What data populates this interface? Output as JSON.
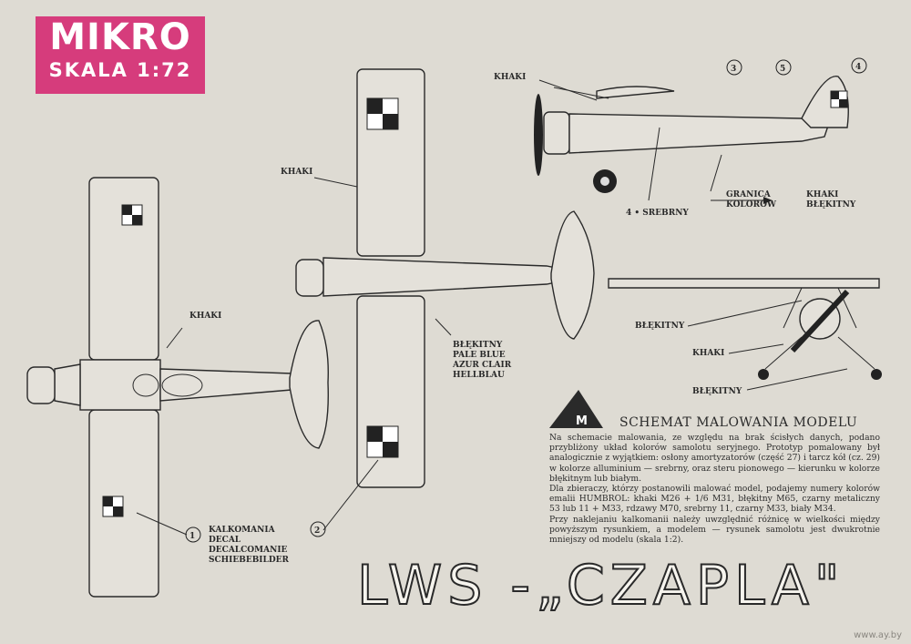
{
  "logo": {
    "brand": "MIKRO",
    "scale": "SKALA 1:72"
  },
  "labels": {
    "khaki_top_view": "KHAKI",
    "khaki_bottom_view": "KHAKI",
    "khaki_side_view": "KHAKI",
    "khaki_front_view": "KHAKI",
    "blue_front_view_1": "BŁĘKITNY",
    "blue_front_view_2": "BŁĘKITNY",
    "blue_multi": [
      "BŁĘKITNY",
      "PALE BLUE",
      "AZUR CLAIR",
      "HELLBLAU"
    ],
    "decal": [
      "KALKOMANIA",
      "DECAL",
      "DECALCOMANIE",
      "SCHIEBEBILDER"
    ],
    "srebrny": "4 • SREBRNY",
    "granica": [
      "GRANICA",
      "KOLORÓW"
    ],
    "khaki_blue": [
      "KHAKI",
      "BŁĘKITNY"
    ]
  },
  "callouts": [
    "1",
    "2",
    "3",
    "4",
    "5"
  ],
  "manufacturer_badge": "M",
  "heading": "SCHEMAT MALOWANIA MODELU",
  "paragraphs": [
    "Na schemacie malowania, ze względu na brak ścisłych danych, podano przybliżony układ kolorów samolotu seryjnego. Prototyp pomalowany był analogicznie z wyjątkiem: osłony amortyzatorów (część 27) i tarcz kół (cz. 29) w kolorze alluminium — srebrny, oraz steru pionowego — kierunku w kolorze błękitnym lub białym.",
    "Dla zbieraczy, którzy postanowili malować model, podajemy numery kolorów emalii HUMBROL: khaki M26 + 1/6 M31, błękitny M65, czarny metaliczny 53 lub 11 + M33, rdzawy M70, srebrny 11, czarny M33, biały M34.",
    "Przy naklejaniu kalkomanii należy uwzględnić różnicę w wielkości między powyższym rysunkiem, a modelem — rysunek samolotu jest dwukrotnie mniejszy od modelu (skala 1:2)."
  ],
  "title": "LWS -„CZAPLA\"",
  "watermark": "www.ay.by"
}
